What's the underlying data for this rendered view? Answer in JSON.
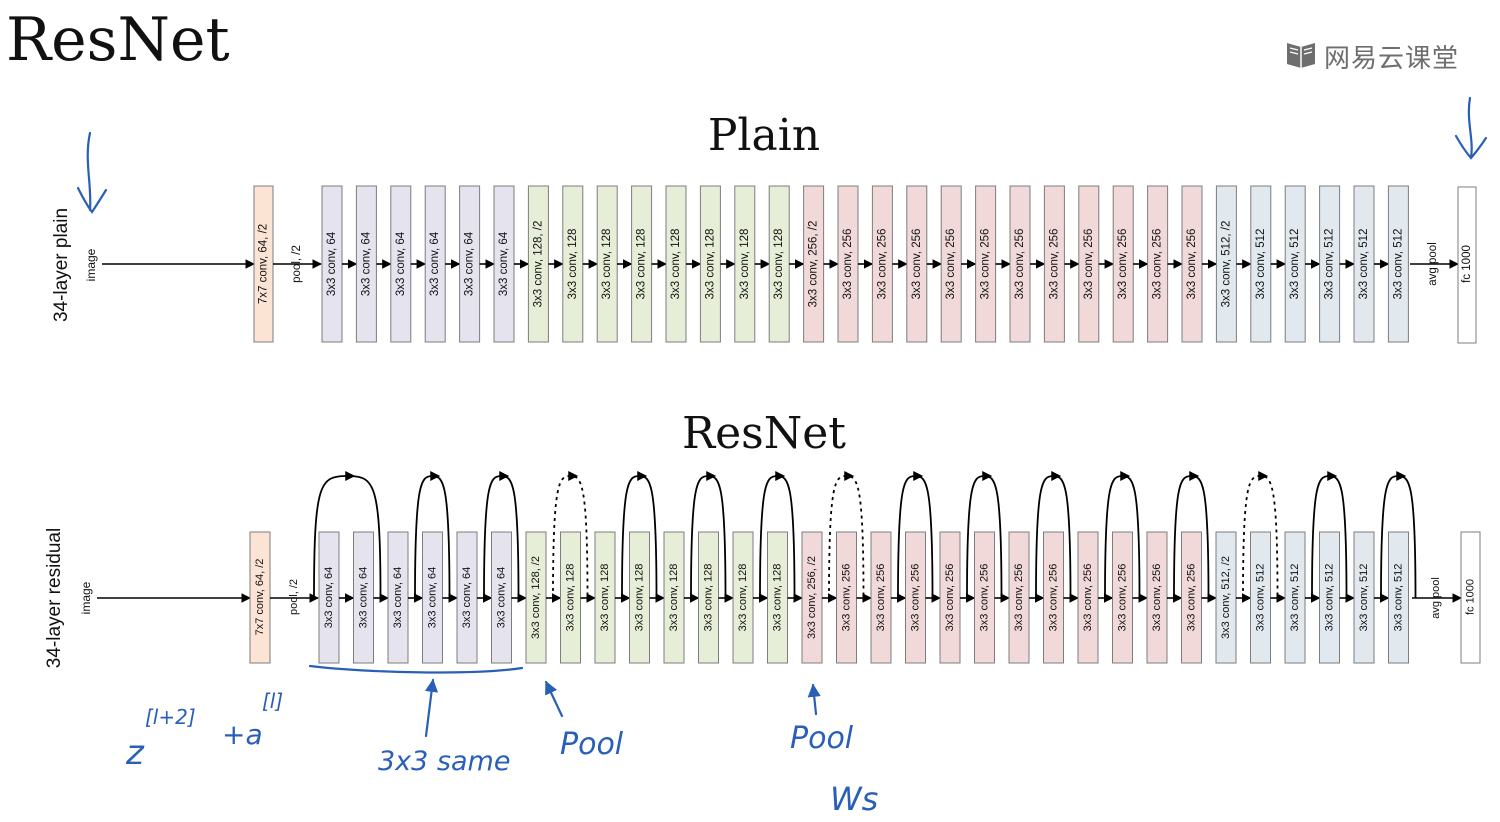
{
  "slide": {
    "title": "ResNet",
    "watermark": "网易云课堂",
    "watermark_icon": "book-icon"
  },
  "plain": {
    "title": "Plain",
    "side_label": "34-layer plain",
    "input_label": "image",
    "stem": "7x7 conv, 64, /2",
    "pool": "pool, /2",
    "avgpool": "avg pool",
    "fc": "fc 1000",
    "layers": [
      {
        "label": "3x3 conv, 64",
        "stage": 1
      },
      {
        "label": "3x3 conv, 64",
        "stage": 1
      },
      {
        "label": "3x3 conv, 64",
        "stage": 1
      },
      {
        "label": "3x3 conv, 64",
        "stage": 1
      },
      {
        "label": "3x3 conv, 64",
        "stage": 1
      },
      {
        "label": "3x3 conv, 64",
        "stage": 1
      },
      {
        "label": "3x3 conv, 128, /2",
        "stage": 2
      },
      {
        "label": "3x3 conv, 128",
        "stage": 2
      },
      {
        "label": "3x3 conv, 128",
        "stage": 2
      },
      {
        "label": "3x3 conv, 128",
        "stage": 2
      },
      {
        "label": "3x3 conv, 128",
        "stage": 2
      },
      {
        "label": "3x3 conv, 128",
        "stage": 2
      },
      {
        "label": "3x3 conv, 128",
        "stage": 2
      },
      {
        "label": "3x3 conv, 128",
        "stage": 2
      },
      {
        "label": "3x3 conv, 256, /2",
        "stage": 3
      },
      {
        "label": "3x3 conv, 256",
        "stage": 3
      },
      {
        "label": "3x3 conv, 256",
        "stage": 3
      },
      {
        "label": "3x3 conv, 256",
        "stage": 3
      },
      {
        "label": "3x3 conv, 256",
        "stage": 3
      },
      {
        "label": "3x3 conv, 256",
        "stage": 3
      },
      {
        "label": "3x3 conv, 256",
        "stage": 3
      },
      {
        "label": "3x3 conv, 256",
        "stage": 3
      },
      {
        "label": "3x3 conv, 256",
        "stage": 3
      },
      {
        "label": "3x3 conv, 256",
        "stage": 3
      },
      {
        "label": "3x3 conv, 256",
        "stage": 3
      },
      {
        "label": "3x3 conv, 256",
        "stage": 3
      },
      {
        "label": "3x3 conv, 512, /2",
        "stage": 4
      },
      {
        "label": "3x3 conv, 512",
        "stage": 4
      },
      {
        "label": "3x3 conv, 512",
        "stage": 4
      },
      {
        "label": "3x3 conv, 512",
        "stage": 4
      },
      {
        "label": "3x3 conv, 512",
        "stage": 4
      },
      {
        "label": "3x3 conv, 512",
        "stage": 4
      }
    ]
  },
  "resnet": {
    "title": "ResNet",
    "side_label": "34-layer residual",
    "input_label": "image",
    "stem": "7x7 conv, 64, /2",
    "pool": "pool, /2",
    "avgpool": "avg pool",
    "fc": "fc 1000",
    "layers": [
      {
        "label": "3x3 conv, 64",
        "stage": 1
      },
      {
        "label": "3x3 conv, 64",
        "stage": 1
      },
      {
        "label": "3x3 conv, 64",
        "stage": 1
      },
      {
        "label": "3x3 conv, 64",
        "stage": 1
      },
      {
        "label": "3x3 conv, 64",
        "stage": 1
      },
      {
        "label": "3x3 conv, 64",
        "stage": 1
      },
      {
        "label": "3x3 conv, 128, /2",
        "stage": 2
      },
      {
        "label": "3x3 conv, 128",
        "stage": 2
      },
      {
        "label": "3x3 conv, 128",
        "stage": 2
      },
      {
        "label": "3x3 conv, 128",
        "stage": 2
      },
      {
        "label": "3x3 conv, 128",
        "stage": 2
      },
      {
        "label": "3x3 conv, 128",
        "stage": 2
      },
      {
        "label": "3x3 conv, 128",
        "stage": 2
      },
      {
        "label": "3x3 conv, 128",
        "stage": 2
      },
      {
        "label": "3x3 conv, 256, /2",
        "stage": 3
      },
      {
        "label": "3x3 conv, 256",
        "stage": 3
      },
      {
        "label": "3x3 conv, 256",
        "stage": 3
      },
      {
        "label": "3x3 conv, 256",
        "stage": 3
      },
      {
        "label": "3x3 conv, 256",
        "stage": 3
      },
      {
        "label": "3x3 conv, 256",
        "stage": 3
      },
      {
        "label": "3x3 conv, 256",
        "stage": 3
      },
      {
        "label": "3x3 conv, 256",
        "stage": 3
      },
      {
        "label": "3x3 conv, 256",
        "stage": 3
      },
      {
        "label": "3x3 conv, 256",
        "stage": 3
      },
      {
        "label": "3x3 conv, 256",
        "stage": 3
      },
      {
        "label": "3x3 conv, 256",
        "stage": 3
      },
      {
        "label": "3x3 conv, 512, /2",
        "stage": 4
      },
      {
        "label": "3x3 conv, 512",
        "stage": 4
      },
      {
        "label": "3x3 conv, 512",
        "stage": 4
      },
      {
        "label": "3x3 conv, 512",
        "stage": 4
      },
      {
        "label": "3x3 conv, 512",
        "stage": 4
      },
      {
        "label": "3x3 conv, 512",
        "stage": 4
      }
    ],
    "skips": [
      {
        "from_layer": 1,
        "to_layer": 2,
        "dashed": false
      },
      {
        "from_layer": 3,
        "to_layer": 4,
        "dashed": false
      },
      {
        "from_layer": 5,
        "to_layer": 6,
        "dashed": false
      },
      {
        "from_layer": 7,
        "to_layer": 8,
        "dashed": true
      },
      {
        "from_layer": 9,
        "to_layer": 10,
        "dashed": false
      },
      {
        "from_layer": 11,
        "to_layer": 12,
        "dashed": false
      },
      {
        "from_layer": 13,
        "to_layer": 14,
        "dashed": false
      },
      {
        "from_layer": 15,
        "to_layer": 16,
        "dashed": true
      },
      {
        "from_layer": 17,
        "to_layer": 18,
        "dashed": false
      },
      {
        "from_layer": 19,
        "to_layer": 20,
        "dashed": false
      },
      {
        "from_layer": 21,
        "to_layer": 22,
        "dashed": false
      },
      {
        "from_layer": 23,
        "to_layer": 24,
        "dashed": false
      },
      {
        "from_layer": 25,
        "to_layer": 26,
        "dashed": false
      },
      {
        "from_layer": 27,
        "to_layer": 28,
        "dashed": true
      },
      {
        "from_layer": 29,
        "to_layer": 30,
        "dashed": false
      },
      {
        "from_layer": 31,
        "to_layer": 32,
        "dashed": false
      }
    ]
  },
  "colors": {
    "stem": "#fbe4d3",
    "stage1": "#e4e3ee",
    "stage2": "#e7eed7",
    "stage3": "#f1d9d9",
    "stage4": "#e1e8ee",
    "fc": "#ffffff",
    "box_border": "#7d7d7d",
    "ink": "#2a5fb8"
  },
  "annotations": {
    "formula_z": "z",
    "formula_sup1": "[l+2]",
    "formula_plus": "+a",
    "formula_sup2": "[l]",
    "same": "3x3 same",
    "pool1": "Pool",
    "pool2": "Pool",
    "ws": "Ws"
  }
}
